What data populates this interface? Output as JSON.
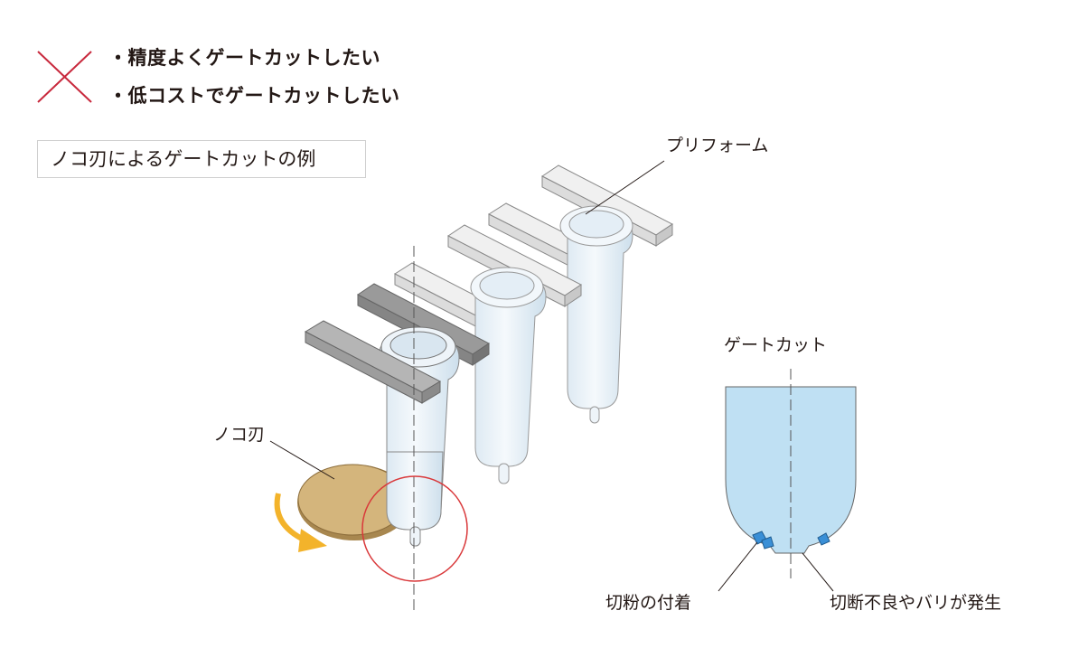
{
  "bullets": [
    "・精度よくゲートカットしたい",
    "・低コストでゲートカットしたい"
  ],
  "figure_title": "ノコ刃によるゲートカットの例",
  "labels": {
    "preform": "プリフォーム",
    "saw_blade": "ノコ刃",
    "gate_cut": "ゲートカット",
    "chip_adhesion": "切粉の付着",
    "defect": "切断不良やバリが発生"
  },
  "icons": {
    "ng_mark": "cross-icon",
    "rotation": "rotation-arrow-icon"
  },
  "colors": {
    "ng_cross": "#c8283c",
    "highlight_circle": "#d9383a",
    "arrow": "#f3b32b",
    "blade": "#d3b27a",
    "preform": "#e8f1f8",
    "cut_fill": "#bfe0f3",
    "chips": "#3a8fd6"
  }
}
